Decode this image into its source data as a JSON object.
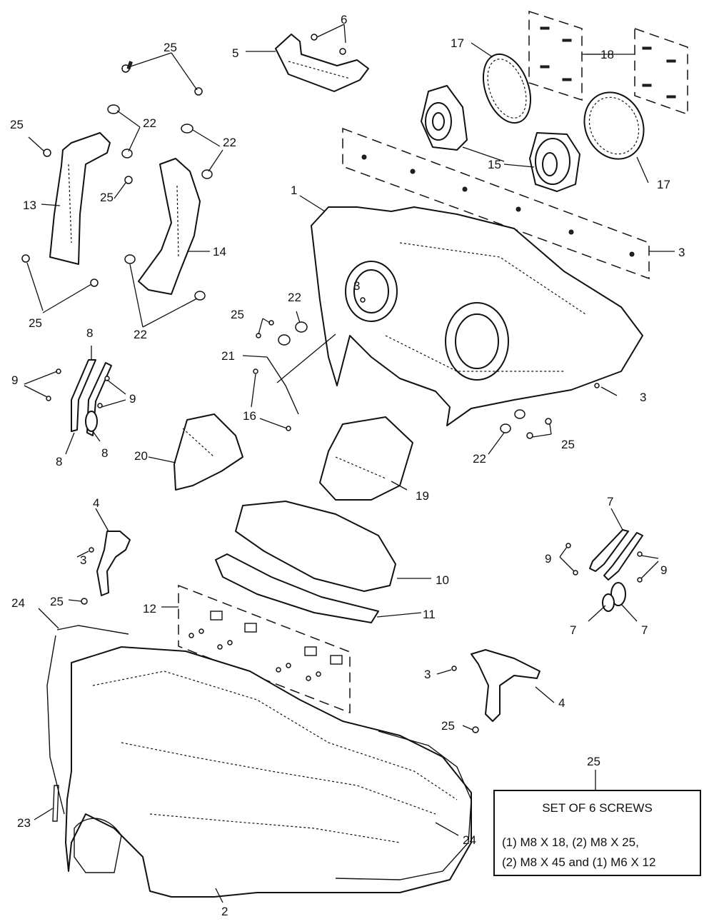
{
  "callouts": {
    "c1": "1",
    "c2": "2",
    "c3": "3",
    "c4": "4",
    "c5": "5",
    "c6": "6",
    "c7": "7",
    "c8": "8",
    "c9": "9",
    "c10": "10",
    "c11": "11",
    "c12": "12",
    "c13": "13",
    "c14": "14",
    "c15": "15",
    "c16": "16",
    "c17": "17",
    "c18": "18",
    "c19": "19",
    "c20": "20",
    "c21": "21",
    "c22": "22",
    "c23": "23",
    "c24": "24",
    "c25": "25"
  },
  "note": {
    "callout": "25",
    "title": "SET OF 6 SCREWS",
    "line1": "(1) M8 X 18, (2) M8 X 25,",
    "line2": "(2) M8 X 45 and (1) M6 X 12"
  }
}
